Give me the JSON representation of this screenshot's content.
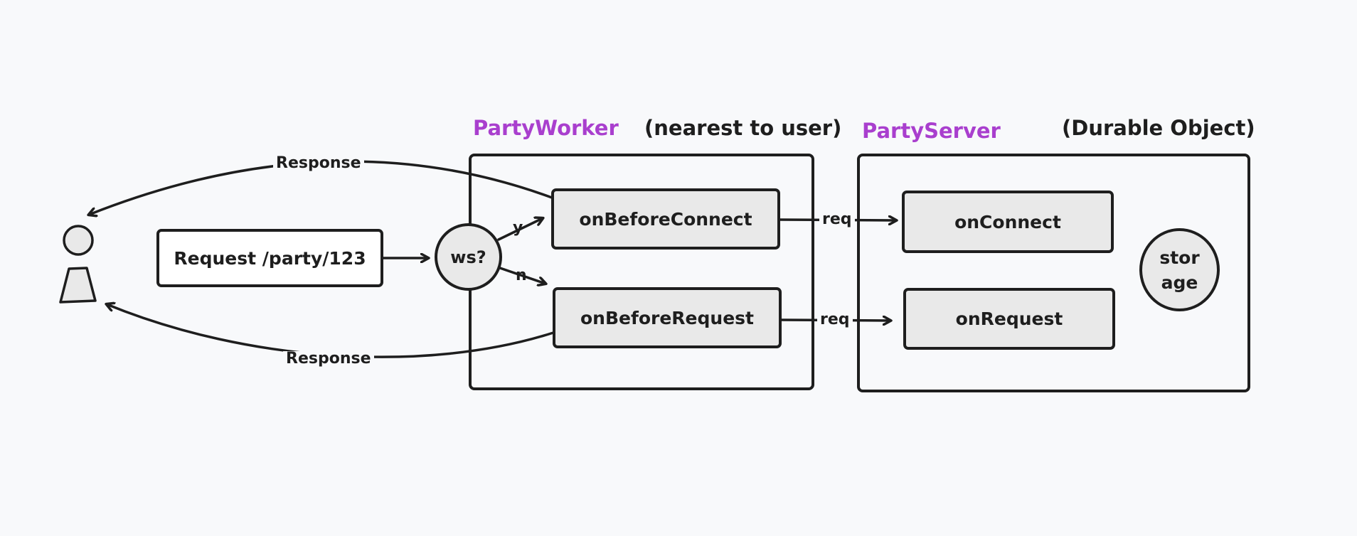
{
  "colors": {
    "background": "#f8f9fb",
    "stroke": "#1e1e1e",
    "node_fill": "#e9e9e9",
    "accent": "#a93fce"
  },
  "actor": {
    "icon": "user-icon"
  },
  "request": {
    "label": "Request /party/123"
  },
  "decision": {
    "label": "ws?",
    "yes_label": "y",
    "no_label": "n"
  },
  "worker": {
    "title": "PartyWorker",
    "subtitle": "(nearest to user)",
    "handlers": [
      "onBeforeConnect",
      "onBeforeRequest"
    ]
  },
  "server": {
    "title": "PartyServer",
    "subtitle": "(Durable Object)",
    "handlers": [
      "onConnect",
      "onRequest"
    ],
    "storage": {
      "line1": "stor",
      "line2": "age"
    }
  },
  "edges": {
    "response_top": "Response",
    "response_bottom": "Response",
    "req_top": "req",
    "req_bottom": "req"
  }
}
